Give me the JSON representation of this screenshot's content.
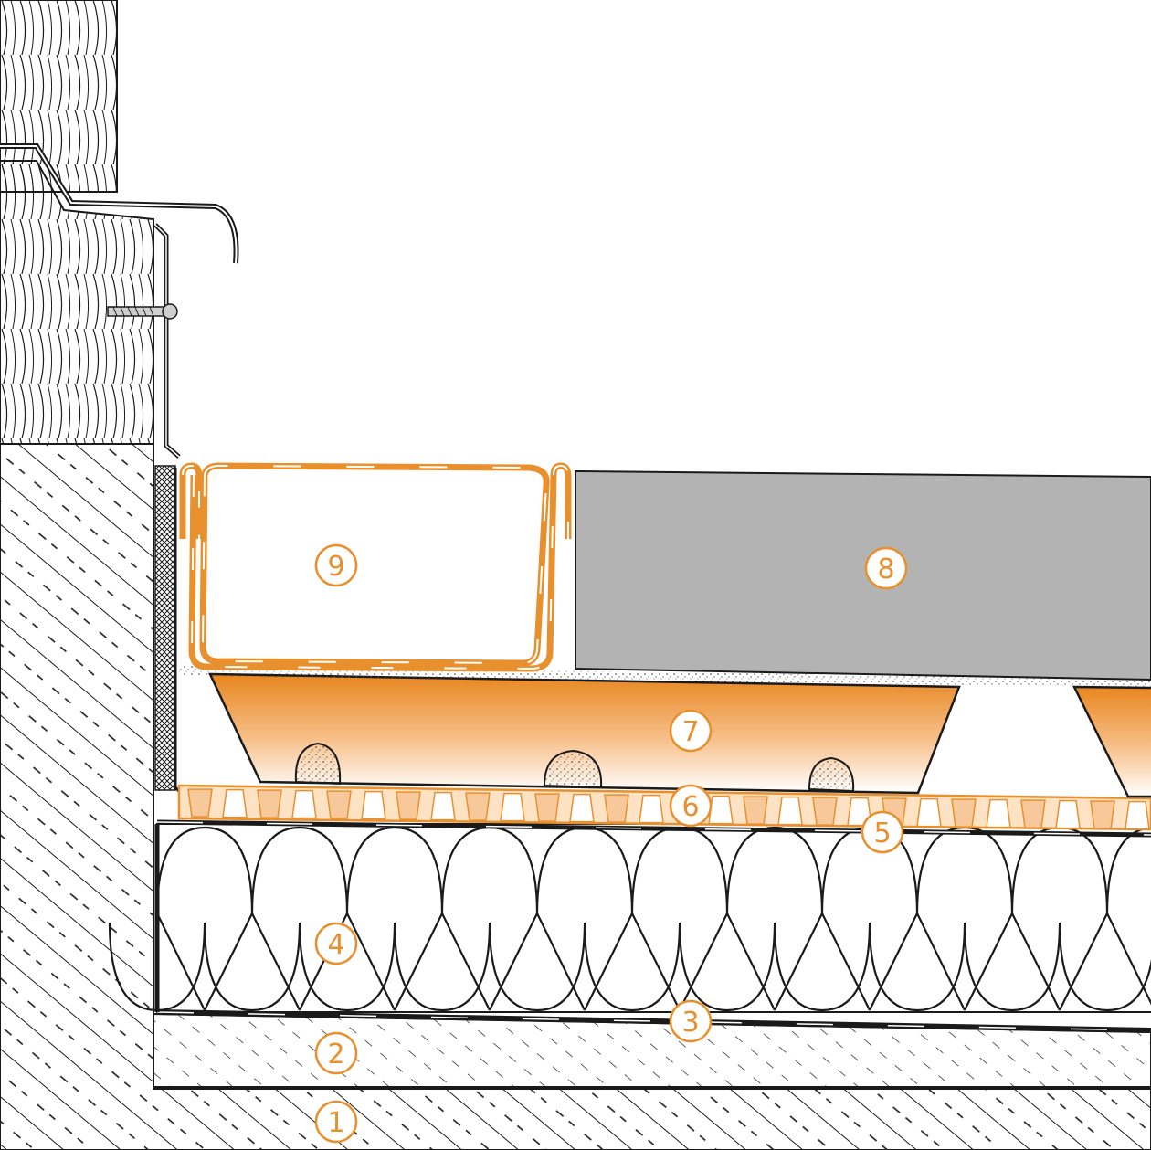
{
  "colors": {
    "line": "#1a1a1a",
    "accent": "#e8902e",
    "accent_light": "#fbd9b3",
    "paver": "#b3b3b3",
    "background": "#ffffff"
  },
  "callouts": [
    {
      "id": "1",
      "label": "1"
    },
    {
      "id": "2",
      "label": "2"
    },
    {
      "id": "3",
      "label": "3"
    },
    {
      "id": "4",
      "label": "4"
    },
    {
      "id": "5",
      "label": "5"
    },
    {
      "id": "6",
      "label": "6"
    },
    {
      "id": "7",
      "label": "7"
    },
    {
      "id": "8",
      "label": "8"
    },
    {
      "id": "9",
      "label": "9"
    }
  ]
}
